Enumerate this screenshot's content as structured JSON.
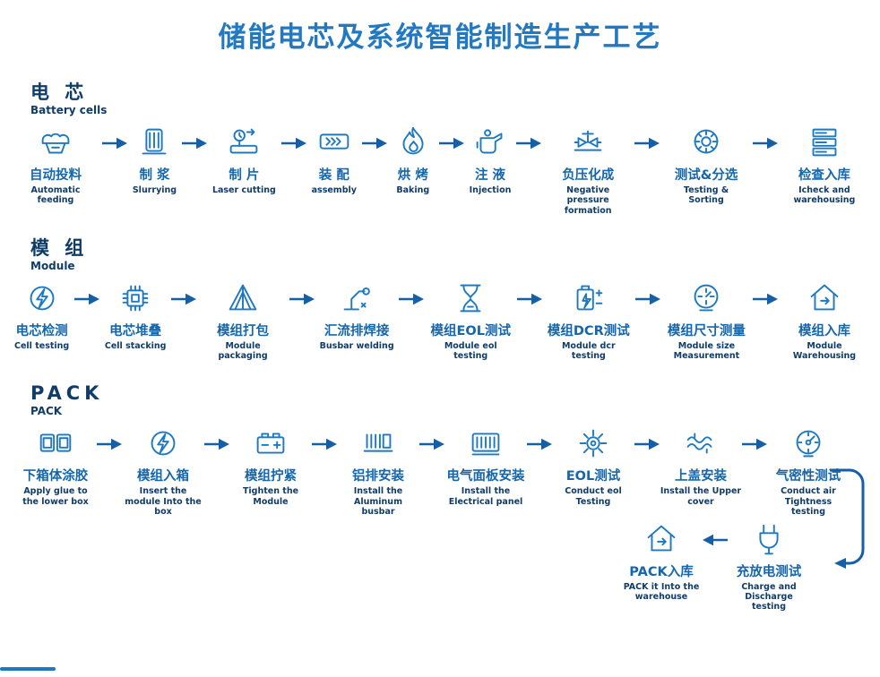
{
  "title": "储能电芯及系统智能制造生产工艺",
  "colors": {
    "title": "#2279c2",
    "icon_accent": "#1e79c0",
    "arrow": "#155fa8",
    "heading_navy": "#103c68",
    "step_label_blue": "#1466ad"
  },
  "sections": [
    {
      "id": "battery-cells",
      "heading_cn": "电  芯",
      "heading_en": "Battery cells",
      "steps": [
        {
          "icon": "auto-feeding-icon",
          "cn": "自动投料",
          "en": "Automatic feeding"
        },
        {
          "icon": "slurrying-icon",
          "cn": "制 浆",
          "en": "Slurrying"
        },
        {
          "icon": "laser-cutting-icon",
          "cn": "制 片",
          "en": "Laser cutting"
        },
        {
          "icon": "assembly-icon",
          "cn": "装 配",
          "en": "assembly"
        },
        {
          "icon": "baking-icon",
          "cn": "烘 烤",
          "en": "Baking"
        },
        {
          "icon": "injection-icon",
          "cn": "注 液",
          "en": "Injection"
        },
        {
          "icon": "negative-pressure-icon",
          "cn": "负压化成",
          "en": "Negative pressure formation"
        },
        {
          "icon": "testing-sorting-icon",
          "cn": "测试&分选",
          "en": "Testing & Sorting"
        },
        {
          "icon": "check-warehouse-icon",
          "cn": "检查入库",
          "en": "Icheck and warehousing"
        }
      ]
    },
    {
      "id": "module",
      "heading_cn": "模  组",
      "heading_en": "Module",
      "steps": [
        {
          "icon": "cell-testing-icon",
          "cn": "电芯检测",
          "en": "Cell testing"
        },
        {
          "icon": "cell-stacking-icon",
          "cn": "电芯堆叠",
          "en": "Cell stacking"
        },
        {
          "icon": "module-packaging-icon",
          "cn": "模组打包",
          "en": "Module packaging"
        },
        {
          "icon": "busbar-welding-icon",
          "cn": "汇流排焊接",
          "en": "Busbar welding"
        },
        {
          "icon": "module-eol-icon",
          "cn": "模组EOL测试",
          "en": "Module eol testing"
        },
        {
          "icon": "module-dcr-icon",
          "cn": "模组DCR测试",
          "en": "Module dcr testing"
        },
        {
          "icon": "module-size-icon",
          "cn": "模组尺寸测量",
          "en": "Module size Measurement"
        },
        {
          "icon": "module-warehouse-icon",
          "cn": "模组入库",
          "en": "Module Warehousing"
        }
      ]
    },
    {
      "id": "pack",
      "heading_cn": "PACK",
      "heading_en": "PACK",
      "steps": [
        {
          "icon": "glue-lower-box-icon",
          "cn": "下箱体涂胶",
          "en": "Apply glue to the lower box"
        },
        {
          "icon": "insert-module-icon",
          "cn": "模组入箱",
          "en": "Insert the module Into the box"
        },
        {
          "icon": "tighten-module-icon",
          "cn": "模组拧紧",
          "en": "Tighten the Module"
        },
        {
          "icon": "aluminum-busbar-icon",
          "cn": "铝排安装",
          "en": "Install the Aluminum busbar"
        },
        {
          "icon": "electrical-panel-icon",
          "cn": "电气面板安装",
          "en": "Install the Electrical panel"
        },
        {
          "icon": "eol-test-icon",
          "cn": "EOL测试",
          "en": "Conduct eol Testing"
        },
        {
          "icon": "upper-cover-icon",
          "cn": "上盖安装",
          "en": "Install the Upper cover"
        },
        {
          "icon": "air-tightness-icon",
          "cn": "气密性测试",
          "en": "Conduct air Tightness testing"
        }
      ],
      "wrap_steps": [
        {
          "icon": "pack-warehouse-icon",
          "cn": "PACK入库",
          "en": "PACK it Into the warehouse"
        },
        {
          "icon": "charge-discharge-icon",
          "cn": "充放电测试",
          "en": "Charge and Discharge testing"
        }
      ]
    }
  ]
}
